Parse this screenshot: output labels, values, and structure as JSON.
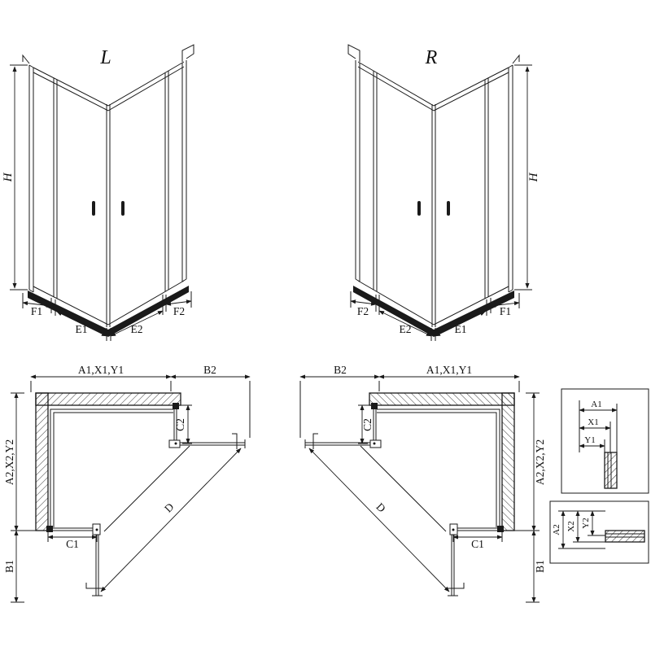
{
  "page": {
    "background": "#ffffff",
    "line_color": "#1a1a1a"
  },
  "iso_left": {
    "title": "L",
    "height_label": "H",
    "bottom_dims": [
      "F1",
      "E1",
      "E2",
      "F2"
    ]
  },
  "iso_right": {
    "title": "R",
    "height_label": "H",
    "bottom_dims": [
      "F2",
      "E2",
      "E1",
      "F1"
    ]
  },
  "plan_left": {
    "top_width_label": "A1,X1,Y1",
    "door_width_label": "B2",
    "side_panel_label": "C2",
    "side_depth_label": "A2,X2,Y2",
    "front_door_label": "B1",
    "front_panel_label": "C1",
    "entry_label": "D"
  },
  "plan_right": {
    "top_width_label": "A1,X1,Y1",
    "door_width_label": "B2",
    "side_panel_label": "C2",
    "side_depth_label": "A2,X2,Y2",
    "front_door_label": "B1",
    "front_panel_label": "C1",
    "entry_label": "D"
  },
  "detail_top": {
    "dims": [
      "A1",
      "X1",
      "Y1"
    ]
  },
  "detail_bottom": {
    "dims": [
      "A2",
      "X2",
      "Y2"
    ]
  }
}
